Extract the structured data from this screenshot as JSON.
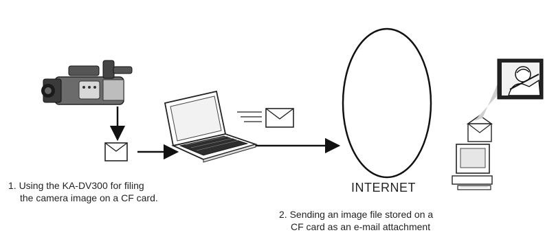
{
  "captions": {
    "step1": {
      "line1": "1. Using the KA-DV300 for filing",
      "line2": "the camera image on a CF card."
    },
    "step2": {
      "line1": "2. Sending an image file stored on a",
      "line2": "CF card as an e-mail attachment"
    }
  },
  "internet_label": "INTERNET",
  "icons": {
    "camera": "camcorder-icon",
    "cf_card": "cf-card-icon",
    "laptop": "laptop-icon",
    "mail": "envelope-icon",
    "computer": "desktop-computer-icon",
    "photo": "photo-icon"
  }
}
